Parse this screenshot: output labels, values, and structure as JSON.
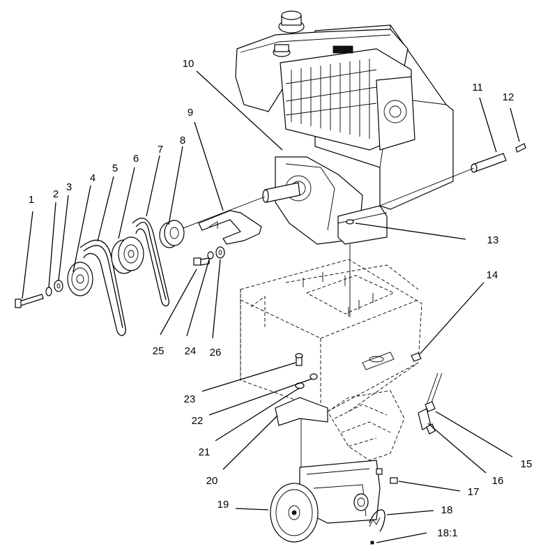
{
  "callouts": {
    "c1": "1",
    "c2": "2",
    "c3": "3",
    "c4": "4",
    "c5": "5",
    "c6": "6",
    "c7": "7",
    "c8": "8",
    "c9": "9",
    "c10": "10",
    "c11": "11",
    "c12": "12",
    "c13": "13",
    "c14": "14",
    "c15": "15",
    "c16": "16",
    "c17": "17",
    "c18": "18",
    "c18_1": "18:1",
    "c19": "19",
    "c20": "20",
    "c21": "21",
    "c22": "22",
    "c23": "23",
    "c24": "24",
    "c25": "25",
    "c26": "26"
  }
}
